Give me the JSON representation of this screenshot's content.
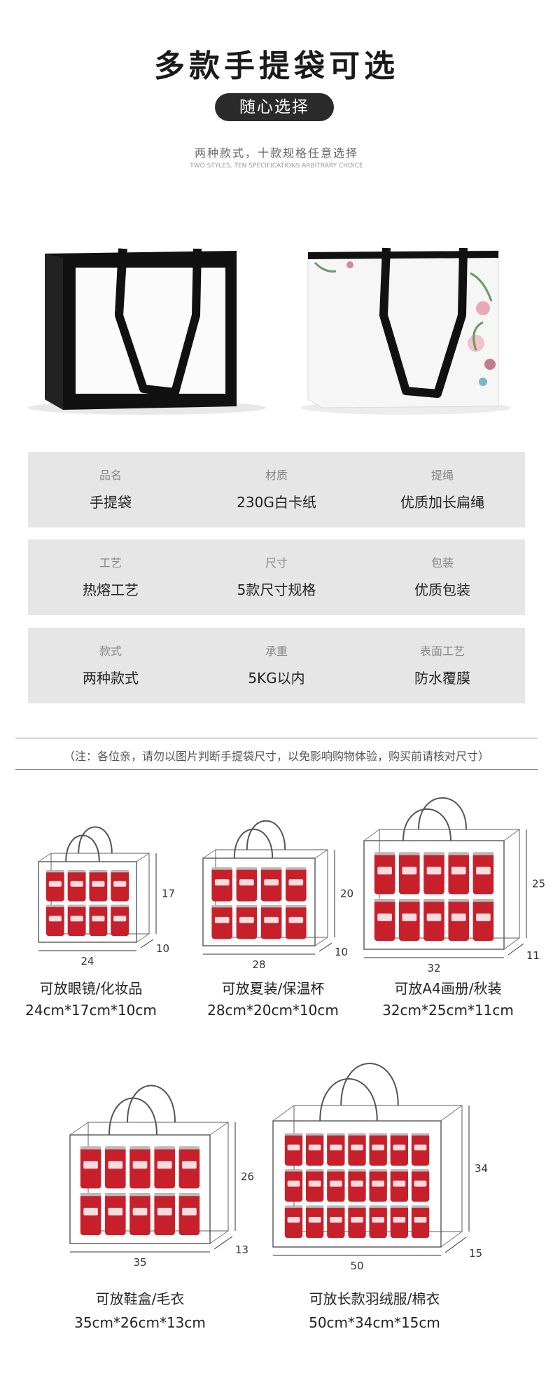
{
  "header": {
    "title": "多款手提袋可选",
    "pill": "随心选择",
    "subtitle": "两种款式，十款规格任意选择",
    "subtitle_en": "TWO STYLES, TEN SPECIFICATIONS ARBITRARY CHOICE"
  },
  "specs": [
    [
      {
        "label": "品名",
        "value": "手提袋"
      },
      {
        "label": "材质",
        "value": "230G白卡纸"
      },
      {
        "label": "提绳",
        "value": "优质加长扁绳"
      }
    ],
    [
      {
        "label": "工艺",
        "value": "热熔工艺"
      },
      {
        "label": "尺寸",
        "value": "5款尺寸规格"
      },
      {
        "label": "包装",
        "value": "优质包装"
      }
    ],
    [
      {
        "label": "款式",
        "value": "两种款式"
      },
      {
        "label": "承重",
        "value": "5KG以内"
      },
      {
        "label": "表面工艺",
        "value": "防水覆膜"
      }
    ]
  ],
  "note": "（注：各位亲，请勿以图片判断手提袋尺寸，以免影响购物体验，购买前请核对尺寸）",
  "sizes": [
    {
      "use": "可放眼镜/化妆品",
      "dims": "24cm*17cm*10cm",
      "w": "24",
      "h": "17",
      "d": "10"
    },
    {
      "use": "可放夏装/保温杯",
      "dims": "28cm*20cm*10cm",
      "w": "28",
      "h": "20",
      "d": "10"
    },
    {
      "use": "可放A4画册/秋装",
      "dims": "32cm*25cm*11cm",
      "w": "32",
      "h": "25",
      "d": "11"
    },
    {
      "use": "可放鞋盒/毛衣",
      "dims": "35cm*26cm*13cm",
      "w": "35",
      "h": "26",
      "d": "13"
    },
    {
      "use": "可放长款羽绒服/棉衣",
      "dims": "50cm*34cm*15cm",
      "w": "50",
      "h": "34",
      "d": "15"
    }
  ],
  "colors": {
    "can_red": "#c8202a",
    "spec_bg": "#e6e6e6",
    "pill_bg": "#2b2b2b"
  }
}
